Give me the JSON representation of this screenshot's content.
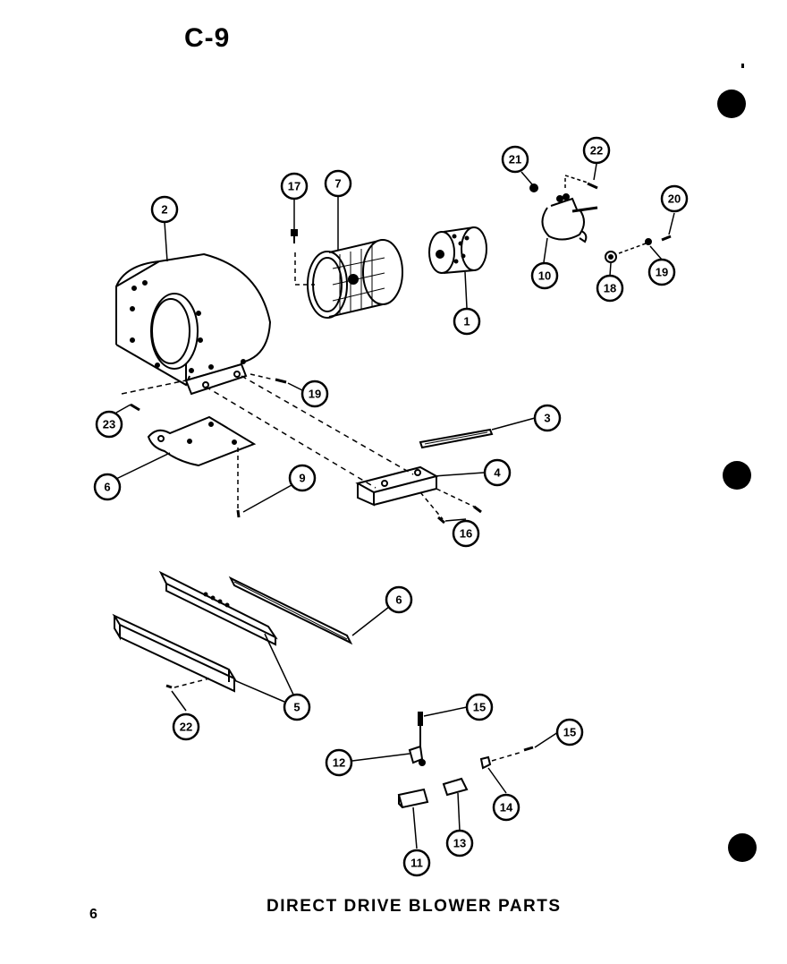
{
  "header": {
    "page_code": "C-9"
  },
  "footer": {
    "page_number": "6",
    "title": "DIRECT DRIVE BLOWER PARTS"
  },
  "callouts": [
    {
      "id": "c1",
      "label": "1"
    },
    {
      "id": "c2",
      "label": "2"
    },
    {
      "id": "c3",
      "label": "3"
    },
    {
      "id": "c4",
      "label": "4"
    },
    {
      "id": "c5",
      "label": "5"
    },
    {
      "id": "c6a",
      "label": "6"
    },
    {
      "id": "c6b",
      "label": "6"
    },
    {
      "id": "c7",
      "label": "7"
    },
    {
      "id": "c9",
      "label": "9"
    },
    {
      "id": "c10",
      "label": "10"
    },
    {
      "id": "c11",
      "label": "11"
    },
    {
      "id": "c12",
      "label": "12"
    },
    {
      "id": "c13",
      "label": "13"
    },
    {
      "id": "c14",
      "label": "14"
    },
    {
      "id": "c15a",
      "label": "15"
    },
    {
      "id": "c15b",
      "label": "15"
    },
    {
      "id": "c16",
      "label": "16"
    },
    {
      "id": "c17",
      "label": "17"
    },
    {
      "id": "c18",
      "label": "18"
    },
    {
      "id": "c19a",
      "label": "19"
    },
    {
      "id": "c19b",
      "label": "19"
    },
    {
      "id": "c20",
      "label": "20"
    },
    {
      "id": "c21",
      "label": "21"
    },
    {
      "id": "c22a",
      "label": "22"
    },
    {
      "id": "c22b",
      "label": "22"
    },
    {
      "id": "c23",
      "label": "23"
    }
  ]
}
